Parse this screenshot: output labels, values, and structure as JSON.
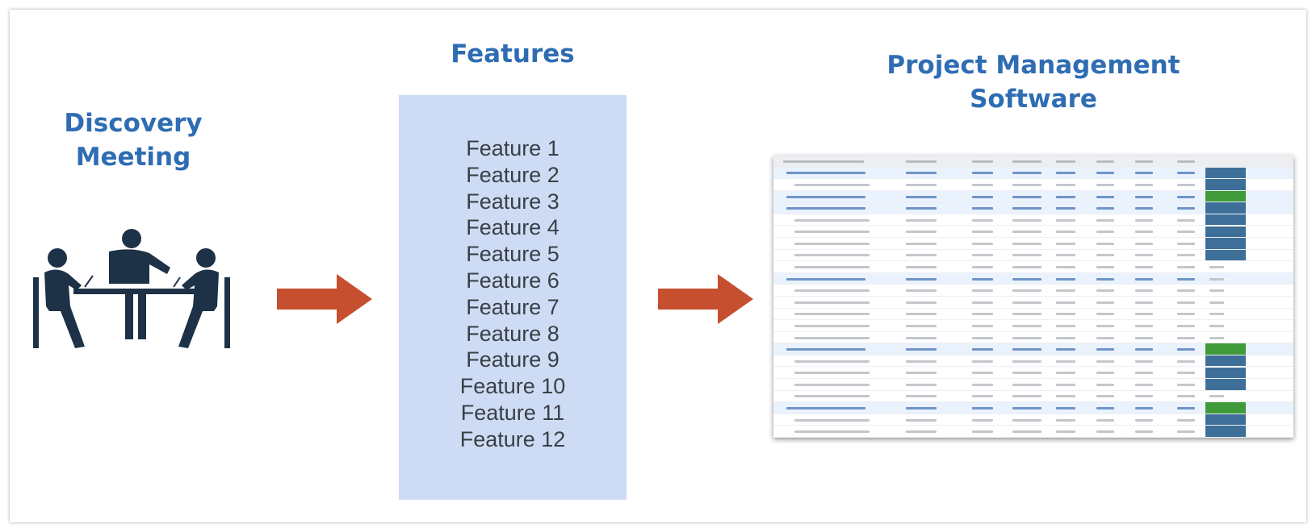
{
  "headings": {
    "discovery": [
      "Discovery",
      "Meeting"
    ],
    "features": "Features",
    "pm_software": [
      "Project Management",
      "Software"
    ]
  },
  "features": [
    "Feature 1",
    "Feature 2",
    "Feature 3",
    "Feature 4",
    "Feature 5",
    "Feature 6",
    "Feature 7",
    "Feature 8",
    "Feature 9",
    "Feature 10",
    "Feature 11",
    "Feature 12"
  ],
  "colors": {
    "heading": "#2f6db3",
    "arrow": "#c54f2f",
    "features_box": "#cddcf4",
    "icon": "#1d3147",
    "status_complete": "#3e6f99",
    "status_in_progress": "#3f9a3a"
  },
  "icons": [
    "meeting-icon",
    "arrow-right-icon"
  ],
  "pm_table": {
    "rows": [
      "header",
      "group",
      "task",
      "group",
      "group",
      "task",
      "task",
      "task",
      "task",
      "task",
      "group",
      "task",
      "task",
      "task",
      "task",
      "task",
      "group",
      "task",
      "task",
      "task",
      "task",
      "group",
      "task",
      "task"
    ],
    "statuses": [
      "",
      "complete",
      "complete",
      "in-progress",
      "complete",
      "complete",
      "complete",
      "complete",
      "complete",
      "planned",
      "planned",
      "planned",
      "planned",
      "planned",
      "planned",
      "planned",
      "in-progress",
      "complete",
      "complete",
      "complete",
      "planned",
      "in-progress",
      "complete",
      "complete"
    ]
  }
}
